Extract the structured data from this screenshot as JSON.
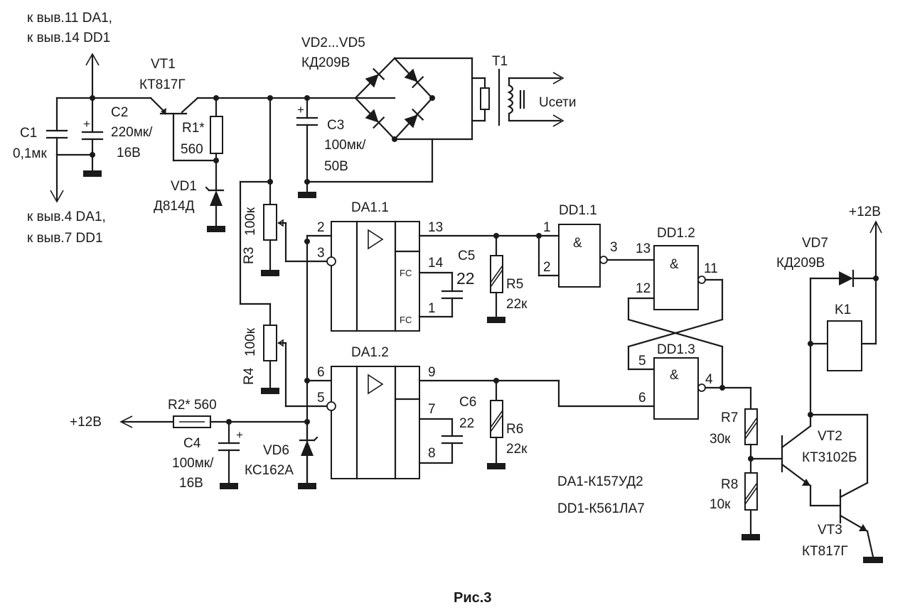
{
  "labels": {
    "top_supply_1": "к выв.11 DA1,",
    "top_supply_2": "к выв.14 DD1",
    "bot_supply_1": "к выв.4 DA1,",
    "bot_supply_2": "к выв.7 DD1",
    "vt1_name": "VT1",
    "vt1_type": "КТ817Г",
    "c1_name": "C1",
    "c1_val": "0,1мк",
    "c2_name": "C2",
    "c2_val": "220мк/",
    "c2_volt": "16В",
    "r1_name": "R1*",
    "r1_val": "560",
    "vd1_name": "VD1",
    "vd1_type": "Д814Д",
    "bridge_name": "VD2...VD5",
    "bridge_type": "КД209В",
    "t1_name": "T1",
    "mains": "Uсети",
    "c3_name": "C3",
    "c3_val": "100мк/",
    "c3_volt": "50В",
    "r3_name": "R3",
    "r3_val": "100к",
    "r4_name": "R4",
    "r4_val": "100к",
    "da11_name": "DA1.1",
    "da12_name": "DA1.2",
    "c5_name": "C5",
    "c5_val": "22",
    "c6_name": "C6",
    "c6_val": "22",
    "r5_name": "R5",
    "r5_val": "22к",
    "r6_name": "R6",
    "r6_val": "22к",
    "dd11_name": "DD1.1",
    "dd12_name": "DD1.2",
    "dd13_name": "DD1.3",
    "amp": "&",
    "fc": "FC",
    "plus12_right": "+12В",
    "plus12_left": "+12В",
    "vd7_name": "VD7",
    "vd7_type": "КД209В",
    "k1_name": "K1",
    "r2_label": "R2* 560",
    "c4_name": "C4",
    "c4_val": "100мк/",
    "c4_volt": "16В",
    "vd6_name": "VD6",
    "vd6_type": "КС162А",
    "r7_name": "R7",
    "r7_val": "30к",
    "r8_name": "R8",
    "r8_val": "10к",
    "vt2_name": "VT2",
    "vt2_type": "КТ3102Б",
    "vt3_name": "VT3",
    "vt3_type": "КТ817Г",
    "da1_type": "DA1-К157УД2",
    "dd1_type": "DD1-К561ЛА7",
    "plus": "+",
    "caption": "Рис.3"
  },
  "pins": {
    "p2": "2",
    "p3": "3",
    "p13": "13",
    "p14": "14",
    "p1": "1",
    "p6": "6",
    "p5": "5",
    "p9": "9",
    "p7": "7",
    "p8": "8",
    "g1_in1": "1",
    "g1_in2": "2",
    "g1_out": "3",
    "g2_in1": "13",
    "g2_in2": "12",
    "g2_out": "11",
    "g3_in1": "5",
    "g3_in2": "6",
    "g3_out": "4"
  }
}
